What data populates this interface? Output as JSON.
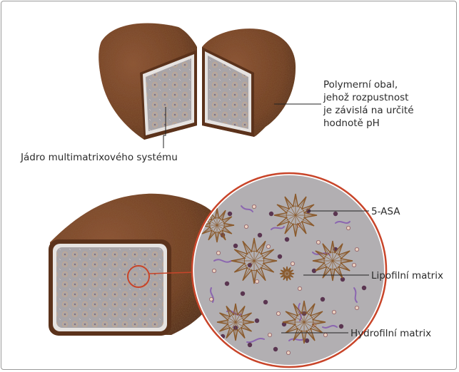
{
  "labels": {
    "coating": [
      "Polymerní obal,",
      "jehož rozpustnost",
      "je závislá na určité",
      "hodnotě pH"
    ],
    "core": "Jádro multimatrixového systému",
    "asa": "5-ASA",
    "lipophilic": "Lipofilní matrix",
    "hydrophilic": "Hydrofilní matrix"
  },
  "colors": {
    "coating_brown": "#7a4427",
    "coating_dark": "#4e2a16",
    "core_gray": "#a7a3a6",
    "core_rim": "#e9e7e5",
    "lens_fill": "#b3b0b3",
    "star_stroke": "#8a5a2c",
    "hydrophilic_dot": "#5a3550",
    "lipophilic_dot": "#ead0bf",
    "polymer_strand": "#8b66b0",
    "highlight_ring": "#c8452a",
    "leader_line": "#222222"
  }
}
